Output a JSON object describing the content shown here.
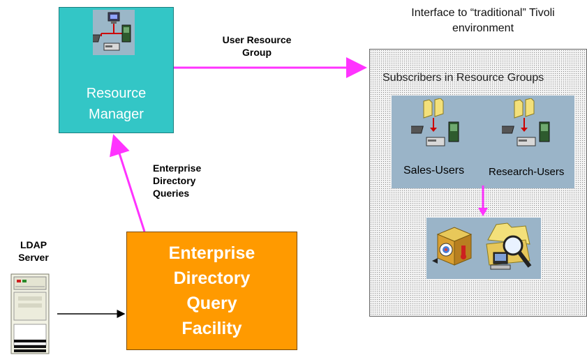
{
  "resource_manager": {
    "title": "Resource\nManager"
  },
  "edq_facility": {
    "title": "Enterprise\nDirectory\nQuery\nFacility"
  },
  "labels": {
    "user_resource_group": "User Resource\nGroup",
    "enterprise_directory_queries": "Enterprise\nDirectory\nQueries",
    "ldap_server": "LDAP\nServer"
  },
  "tivoli": {
    "caption": "Interface to “traditional” Tivoli\nenvironment",
    "subscribers_caption": "Subscribers in Resource Groups",
    "groups": [
      "Sales-Users",
      "Research-Users"
    ]
  },
  "colors": {
    "resource_manager_fill": "#33c6c6",
    "edq_fill": "#ff9a00",
    "arrow_magenta": "#ff33ff",
    "panel_blue": "#9ab4c8"
  },
  "icons": {
    "resource_manager": "network-computer-icon",
    "group_sales": "folder-computer-icon",
    "group_research": "folder-computer-icon",
    "tivoli_tools": [
      "package-install-icon",
      "folder-search-icon"
    ],
    "ldap": "server-tower-icon"
  }
}
